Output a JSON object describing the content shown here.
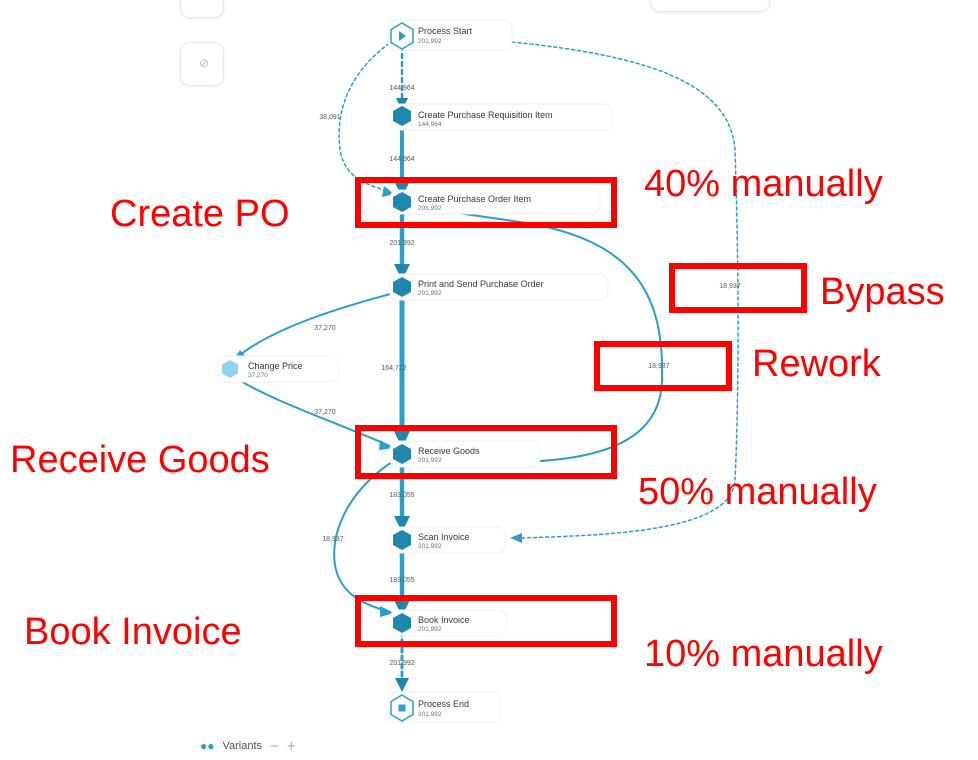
{
  "toolbar": {
    "filter_icon": "eye-slash-icon"
  },
  "variants": {
    "label": "Variants",
    "minus": "−",
    "plus": "+",
    "icon": "people-icon"
  },
  "colors": {
    "flow": "#2a9fc9",
    "node": "#1f86ad",
    "highlight": "#ff0000",
    "label": "#ff0000"
  },
  "nodes": [
    {
      "id": "start",
      "name": "Process Start",
      "count": "201,992",
      "kind": "start"
    },
    {
      "id": "cpri",
      "name": "Create Purchase Requisition Item",
      "count": "144,964",
      "kind": "activity"
    },
    {
      "id": "cpoi",
      "name": "Create Purchase Order Item",
      "count": "201,992",
      "kind": "activity"
    },
    {
      "id": "pspo",
      "name": "Print and Send Purchase Order",
      "count": "201,992",
      "kind": "activity"
    },
    {
      "id": "cp",
      "name": "Change Price",
      "count": "37,270",
      "kind": "light"
    },
    {
      "id": "rg",
      "name": "Receive Goods",
      "count": "201,992",
      "kind": "activity"
    },
    {
      "id": "si",
      "name": "Scan Invoice",
      "count": "201,992",
      "kind": "activity"
    },
    {
      "id": "bi",
      "name": "Book Invoice",
      "count": "201,992",
      "kind": "activity"
    },
    {
      "id": "end",
      "name": "Process End",
      "count": "201,992",
      "kind": "end"
    }
  ],
  "edges": [
    {
      "id": "e1",
      "label": "144,964"
    },
    {
      "id": "e2",
      "label": "38,091"
    },
    {
      "id": "e3",
      "label": "144,964"
    },
    {
      "id": "e4",
      "label": "201,992"
    },
    {
      "id": "e5",
      "label": "37,270"
    },
    {
      "id": "e6",
      "label": "164,722"
    },
    {
      "id": "e7",
      "label": "37,270"
    },
    {
      "id": "e8",
      "label": "183,055"
    },
    {
      "id": "e9",
      "label": "18,937"
    },
    {
      "id": "e10",
      "label": "183,055"
    },
    {
      "id": "e11",
      "label": "201,992"
    },
    {
      "id": "e12",
      "label": "18,937"
    },
    {
      "id": "e13",
      "label": "18,937"
    }
  ],
  "annotations": {
    "create_po": "Create PO",
    "receive_goods": "Receive Goods",
    "book_invoice": "Book Invoice",
    "pct_40": "40% manually",
    "pct_50": "50% manually",
    "pct_10": "10% manually",
    "bypass": "Bypass",
    "rework": "Rework"
  }
}
